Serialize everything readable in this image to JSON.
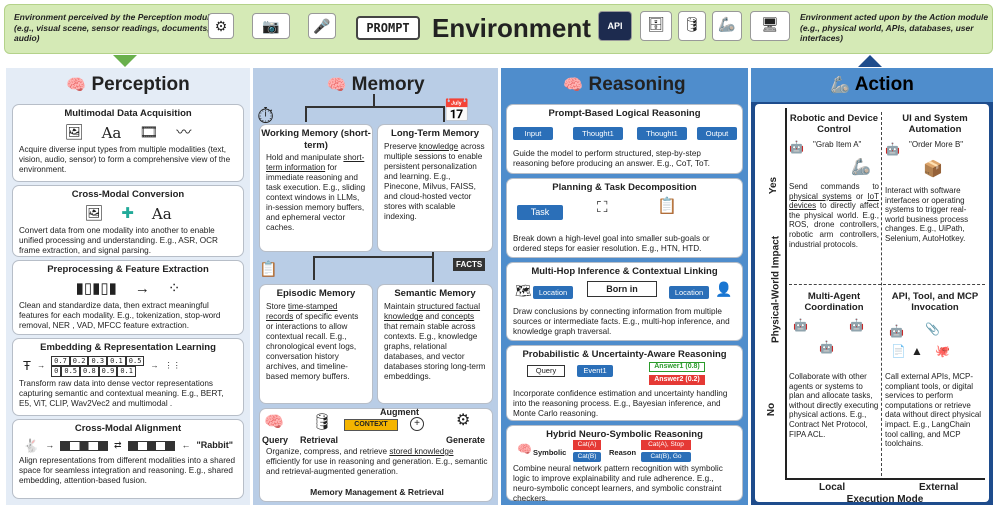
{
  "environment": {
    "title": "Environment",
    "prompt_label": "PROMPT",
    "api_label": "API",
    "left_text": "Environment perceived by the Perception module (e.g., visual scene, sensor readings, documents, audio)",
    "right_text": "Environment acted upon by the Action module (e.g., physical world, APIs, databases, user interfaces)"
  },
  "perception": {
    "title": "Perception",
    "cards": [
      {
        "title": "Multimodal Data Acquisition",
        "text": "Acquire diverse input types from multiple modalities (text, vision, audio, sensor) to form a comprehensive view of the environment.",
        "glyph": "Aa"
      },
      {
        "title": "Cross-Modal Conversion",
        "text": "Convert data from one modality into another to enable unified processing and understanding. E.g., ASR, OCR frame extraction, and signal parsing.",
        "glyph": "Aa"
      },
      {
        "title": "Preprocessing & Feature Extraction",
        "text": "Clean and standardize data, then extract meaningful features for each modality. E.g., tokenization, stop-word removal, NER , VAD, MFCC feature extraction."
      },
      {
        "title": "Embedding & Representation Learning",
        "text": "Transform raw data into dense vector representations capturing semantic and contextual meaning. E.g., BERT, E5, ViT, CLIP, Wav2Vec2 and multimodal .",
        "vec_row1": [
          "0.7",
          "0.2",
          "0.3",
          "0.1",
          "0.5"
        ],
        "vec_row2": [
          "0",
          "0.5",
          "0.8",
          "0.9",
          "0.1"
        ]
      },
      {
        "title": "Cross-Modal Alignment",
        "text": "Align representations from different modalities into a shared space for seamless integration and reasoning. E.g., shared embedding, attention-based fusion.",
        "quote": "\"Rabbit\""
      }
    ]
  },
  "memory": {
    "title": "Memory",
    "working": {
      "title": "Working Memory (short-term)",
      "text_a": "Hold and manipulate ",
      "text_u": "short-term information",
      "text_b": " for immediate reasoning and task execution. E.g., sliding context windows in LLMs, in-session memory buffers, and ephemeral vector caches."
    },
    "longterm": {
      "title": "Long-Term Memory",
      "text_a": "Preserve ",
      "text_u": "knowledge",
      "text_b": " across multiple sessions to enable persistent personalization and learning. E.g., Pinecone, Milvus, FAISS, and cloud-hosted vector stores with scalable indexing."
    },
    "episodic": {
      "title": "Episodic Memory",
      "text_a": "Store ",
      "text_u": "time-stamped records",
      "text_b": " of specific events or interactions to allow contextual recall. E.g., chronological event logs, conversation history archives, and timeline-based memory buffers."
    },
    "semantic": {
      "title": "Semantic Memory",
      "text_a": "Maintain ",
      "text_u1": "structured factual knowledge",
      "text_m": " and ",
      "text_u2": "concepts",
      "text_b": " that remain stable across contexts. E.g., knowledge graphs, relational databases, and vector databases storing long-term embeddings.",
      "facts_label": "FACTS"
    },
    "flow": {
      "query": "Query",
      "retrieval": "Retrieval",
      "augment": "Augment",
      "generate": "Generate",
      "context": "CONTEXT"
    },
    "mgmt": {
      "text_a": "Organize, compress, and retrieve ",
      "text_u": "stored knowledge",
      "text_b": " efficiently for use in reasoning and generation. E.g., semantic and retrieval-augmented generation.",
      "caption": "Memory Management & Retrieval"
    }
  },
  "reasoning": {
    "title": "Reasoning",
    "cards": [
      {
        "title": "Prompt-Based Logical Reasoning",
        "text": "Guide the model to perform structured, step-by-step reasoning before producing an answer. E.g., CoT, ToT.",
        "chain": [
          "Input",
          "Thought1",
          "Thought1",
          "Output"
        ]
      },
      {
        "title": "Planning & Task Decomposition",
        "text": "Break down a high-level goal into smaller sub-goals or ordered steps for easier resolution. E.g., HTN, HTD.",
        "task": "Task"
      },
      {
        "title": "Multi-Hop Inference & Contextual Linking",
        "text": "Draw conclusions by connecting information from multiple sources or intermediate facts. E.g., multi-hop inference, and knowledge graph traversal.",
        "loc1": "Location",
        "born": "Born in",
        "loc2": "Location"
      },
      {
        "title": "Probabilistic & Uncertainty-Aware Reasoning",
        "text": "Incorporate confidence estimation and uncertainty handling into the reasoning process. E.g., Bayesian inference, and Monte Carlo reasoning.",
        "query": "Query",
        "event": "Event1",
        "ans1": "Answer1 (0.8)",
        "ans2": "Answer2 (0.2)"
      },
      {
        "title": "Hybrid Neuro-Symbolic Reasoning",
        "text": "Combine neural network pattern recognition with symbolic logic to improve explainability and rule adherence. E.g., neuro-symbolic concept learners, and symbolic constraint checkers.",
        "symbolic": "Symbolic",
        "reason": "Reason",
        "cat1": "Cat(A)",
        "cat2": "Cat(B)",
        "res1": "Cat(A), Stop",
        "res2": "Cat(B), Go"
      }
    ]
  },
  "action": {
    "title": "Action",
    "y_axis": "Physical-World Impact",
    "y_yes": "Yes",
    "y_no": "No",
    "x_axis": "Execution Mode",
    "x_local": "Local",
    "x_external": "External",
    "cells": [
      {
        "title": "Robotic and Device Control",
        "text_a": "Send commands to ",
        "text_u1": "physical systems",
        "text_m": " or ",
        "text_u2": "IoT devices",
        "text_b": " to directly affect the physical world. E.g., ROS, drone controllers, robotic arm controllers, industrial protocols.",
        "bubble": "\"Grab Item A\""
      },
      {
        "title": "UI and System Automation",
        "text": "Interact with software interfaces or operating systems to trigger real-world business process changes. E.g., UiPath, Selenium, AutoHotkey.",
        "bubble": "\"Order More B\""
      },
      {
        "title": "Multi-Agent Coordination",
        "text": "Collaborate with other agents or systems to plan and allocate tasks, without directly executing physical actions. E.g., Contract Net Protocol, FIPA ACL."
      },
      {
        "title": "API, Tool, and MCP Invocation",
        "text": "Call external APIs, MCP-compliant tools, or digital services to perform computations or retrieve data without direct physical impact. E.g., LangChain tool calling, and MCP toolchains."
      }
    ]
  },
  "colors": {
    "env_bg": "#d5eab6",
    "perception_bg": "#e4ecf6",
    "memory_bg": "#b9cde6",
    "reasoning_bg": "#4f8dcc",
    "action_bg": "#1e4c8c",
    "pill": "#2b6fb8"
  }
}
